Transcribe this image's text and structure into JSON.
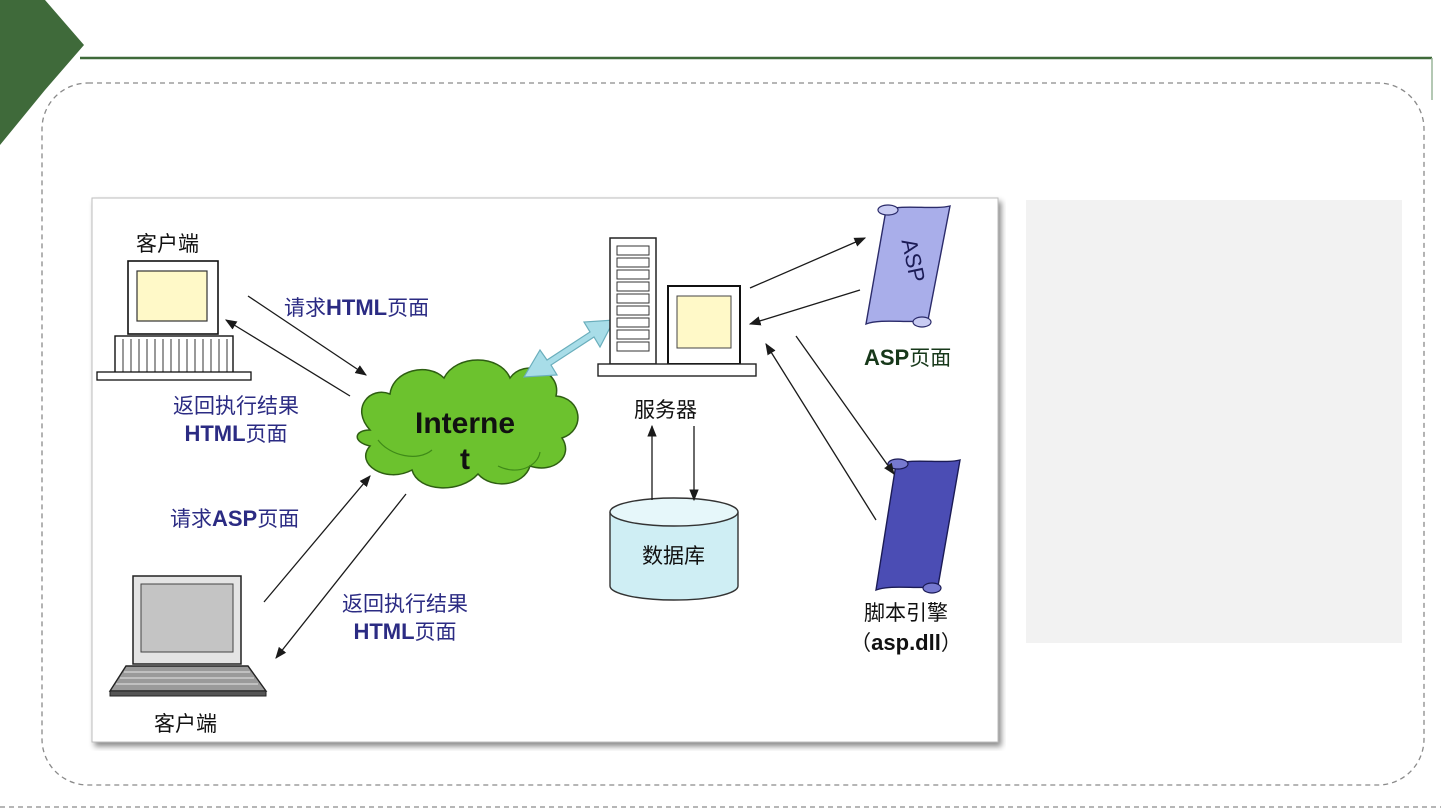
{
  "colors": {
    "accent_green": "#3f6a3a",
    "label_navy": "#2b2b83",
    "label_green": "#17381a",
    "cloud_fill": "#6cc22e",
    "arrow_teal": "#a8dde8",
    "scroll_light": "#a9aeea",
    "scroll_dark": "#4b4db4",
    "panel_bg": "#f2f2f2"
  },
  "diagram": {
    "client_top_label": "客户端",
    "client_bottom_label": "客户端",
    "server_label": "服务器",
    "database_label": "数据库",
    "internet_label_line1": "Interne",
    "internet_label_line2": "t",
    "asp_scroll_text": "ASP",
    "asp_page_bold": "ASP",
    "asp_page_suffix": "页面",
    "engine_line1": "脚本引擎",
    "engine_line2_open": "（",
    "engine_line2_bold": "asp.dll",
    "engine_line2_close": "）",
    "request_html_prefix": "请求",
    "request_html_bold": "HTML",
    "request_html_suffix": "页面",
    "return_top_line1": "返回执行结果",
    "return_top_bold": "HTML",
    "return_top_suffix": "页面",
    "request_asp_prefix": "请求",
    "request_asp_bold": "ASP",
    "request_asp_suffix": "页面",
    "return_bottom_line1": "返回执行结果",
    "return_bottom_bold": "HTML",
    "return_bottom_suffix": "页面"
  }
}
